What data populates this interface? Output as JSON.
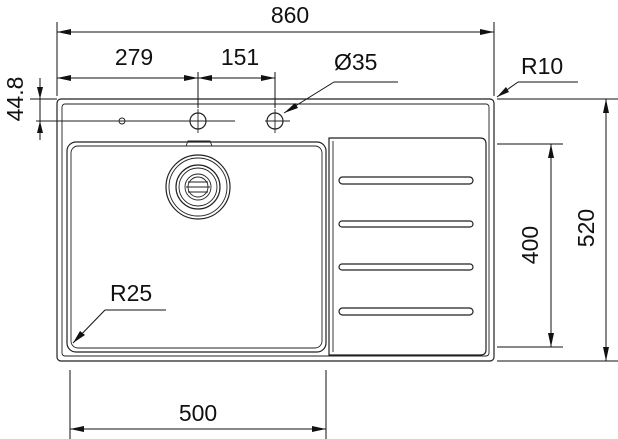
{
  "drawing": {
    "dimensions": {
      "overall_width": "860",
      "tap_hole_offset": "279",
      "tap_hole_spacing": "151",
      "hole_diameter": "Ø35",
      "hole_row_offset": "44.8",
      "corner_radius_outer": "R10",
      "bowl_depth": "400",
      "overall_depth": "520",
      "bowl_corner_radius": "R25",
      "bowl_width": "500"
    }
  }
}
